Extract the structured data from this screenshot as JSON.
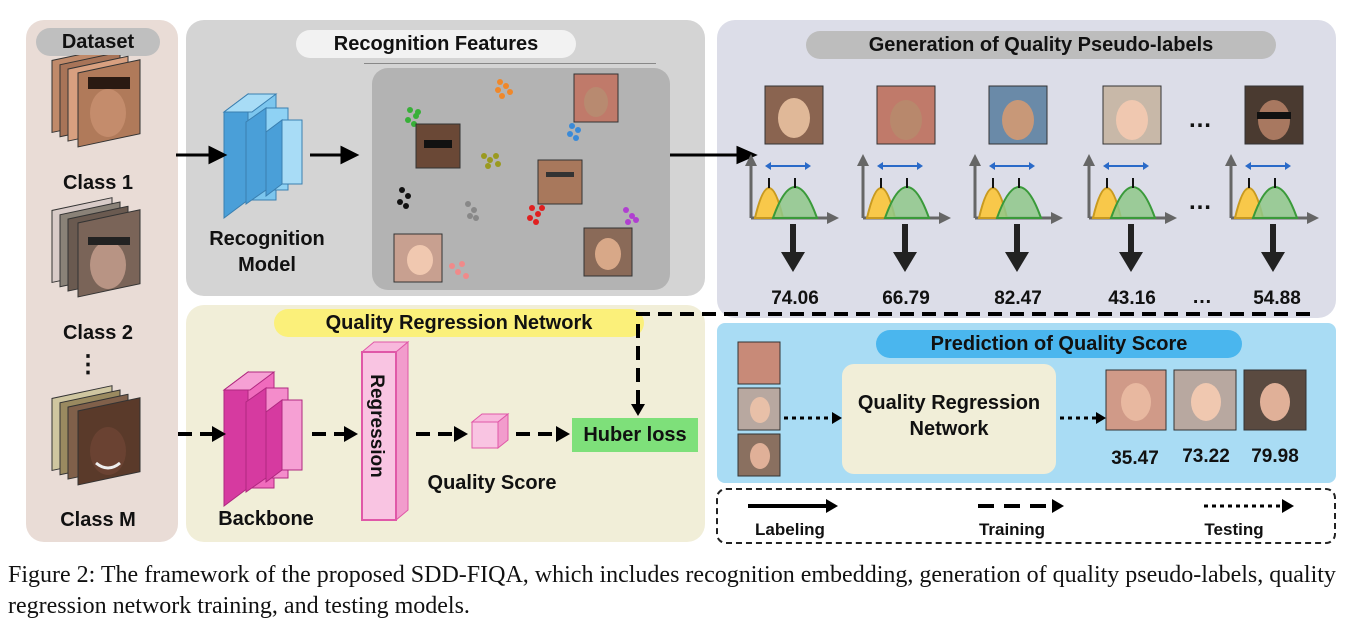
{
  "dataset": {
    "title": "Dataset",
    "classes": [
      "Class 1",
      "Class 2",
      "Class M"
    ],
    "ellipsis": "⋮"
  },
  "recognition": {
    "features_title": "Recognition Features",
    "model_label_line1": "Recognition",
    "model_label_line2": "Model"
  },
  "generation": {
    "title": "Generation of Quality Pseudo-labels",
    "scores": [
      "74.06",
      "66.79",
      "82.47",
      "43.16",
      "54.88"
    ],
    "ellipsis": "…"
  },
  "regression": {
    "title": "Quality Regression Network",
    "backbone_label": "Backbone",
    "regression_label": "Regression",
    "quality_score_label": "Quality Score",
    "huber_label": "Huber loss"
  },
  "prediction": {
    "title": "Prediction of Quality Score",
    "network_line1": "Quality Regression",
    "network_line2": "Network",
    "scores": [
      "35.47",
      "73.22",
      "79.98"
    ]
  },
  "legend": {
    "labeling": "Labeling",
    "training": "Training",
    "testing": "Testing"
  },
  "caption": "Figure 2: The framework of the proposed SDD-FIQA, which includes recognition embedding, generation of quality pseudo-labels, quality regression network training, and testing models.",
  "colors": {
    "dataset_bg": "#e9dcd6",
    "recog_bg": "#d4d4d4",
    "generation_bg": "#dcdde8",
    "regression_bg": "#f1eed8",
    "prediction_bg": "#a9dcf4",
    "recog_model": "#7cc6ee",
    "backbone": "#f06bbd",
    "huber": "#7ee07a",
    "title_yellow": "#fbf07a",
    "title_blue": "#4ab6ee",
    "curve_yellow": "#f8c84a",
    "curve_green": "#8fc88a"
  }
}
